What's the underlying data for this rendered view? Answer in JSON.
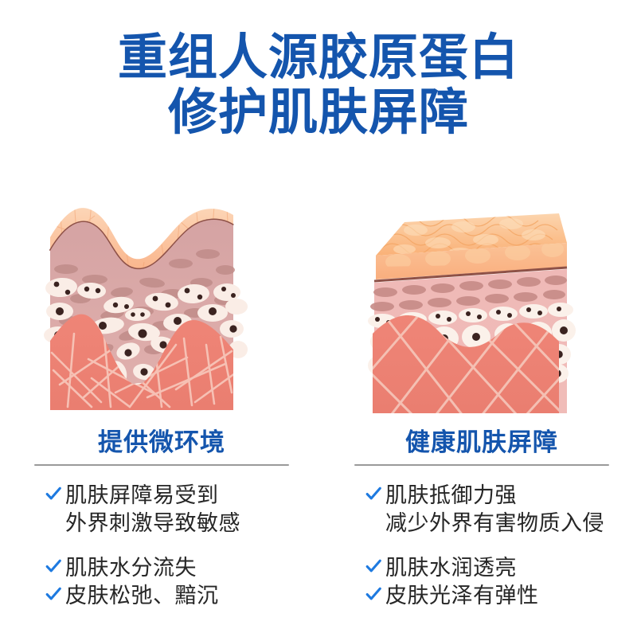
{
  "title": {
    "line1": "重组人源胶原蛋白",
    "line2": "修护肌肤屏障",
    "color": "#1455AD"
  },
  "illustrations": {
    "left": {
      "name": "damaged-skin-cross-section",
      "epidermis_color": "#FBC9A6",
      "mid_layer_color": "#D8A7A6",
      "cell_color": "#FAEDE6",
      "nucleus_color": "#3B2320",
      "dermis_color": "#EE8274",
      "fiber_color": "#F7C4B8"
    },
    "right": {
      "name": "healthy-skin-cross-section",
      "epidermis_color": "#FBBE8C",
      "mid_layer_color": "#EEB6B4",
      "cell_color": "#FBF1EA",
      "nucleus_color": "#3B2320",
      "dermis_color": "#EE8274",
      "fiber_color": "#F5C3B7"
    }
  },
  "columns": [
    {
      "key": "left",
      "heading": "提供微环境",
      "groups": [
        {
          "lines": [
            "肌肤屏障易受到",
            "外界刺激导致敏感"
          ]
        },
        {
          "lines": [
            "肌肤水分流失"
          ]
        },
        {
          "lines": [
            "皮肤松弛、黯沉"
          ]
        }
      ]
    },
    {
      "key": "right",
      "heading": "健康肌肤屏障",
      "groups": [
        {
          "lines": [
            "肌肤抵御力强",
            "减少外界有害物质入侵"
          ]
        },
        {
          "lines": [
            "肌肤水润透亮"
          ]
        },
        {
          "lines": [
            "皮肤光泽有弹性"
          ]
        }
      ]
    }
  ],
  "theme": {
    "check_color": "#1E7AE0",
    "rule_color": "#9A9A9A",
    "body_text_color": "#262626",
    "background": "#FFFFFF"
  }
}
